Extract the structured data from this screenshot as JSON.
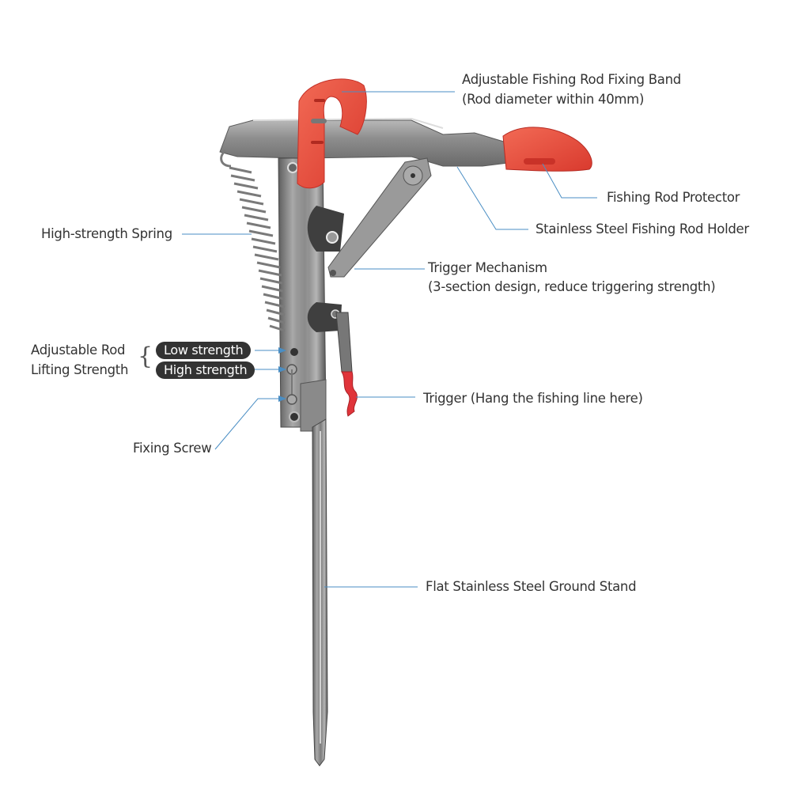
{
  "diagram": {
    "subject": "Automatic fishing rod holder",
    "colors": {
      "callout_line": "#4a8ec4",
      "label_text": "#333333",
      "pill_bg": "#333333",
      "pill_text": "#ffffff",
      "red_parts": "#e8453c",
      "steel": "#8a8a8a"
    },
    "callouts": {
      "fixing_band": {
        "line1": "Adjustable Fishing Rod Fixing Band",
        "line2": "(Rod diameter within 40mm)"
      },
      "rod_protector": {
        "line1": "Fishing Rod Protector"
      },
      "rod_holder": {
        "line1": "Stainless Steel Fishing Rod Holder"
      },
      "spring": {
        "line1": "High-strength Spring"
      },
      "trigger_mechanism": {
        "line1": "Trigger Mechanism",
        "line2": "(3-section design, reduce triggering strength)"
      },
      "lifting_strength": {
        "line1": "Adjustable Rod",
        "line2": "Lifting Strength",
        "options": [
          "Low strength",
          "High strength"
        ]
      },
      "trigger": {
        "line1": "Trigger (Hang the fishing line here)"
      },
      "fixing_screw": {
        "line1": "Fixing Screw"
      },
      "ground_stand": {
        "line1": "Flat Stainless Steel Ground Stand"
      }
    }
  }
}
